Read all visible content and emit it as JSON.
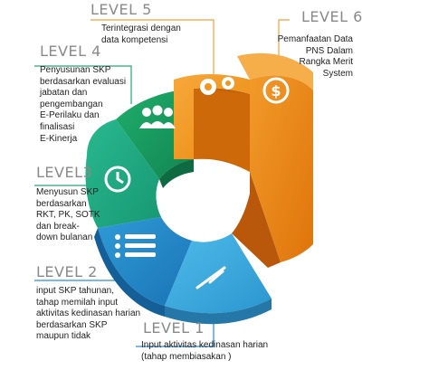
{
  "levels": [
    {
      "label": "LEVEL 1",
      "desc": "Input aktivitas kedinasan harian\n(tahap membiasakan )",
      "color": "#3aa9dd",
      "icon": "feather-pen-icon"
    },
    {
      "label": "LEVEL 2",
      "desc": "input SKP tahunan,\ntahap memilah input\naktivitas kedinasan harian\nberdasarkan SKP\nmaupun tidak",
      "color": "#2287c8",
      "icon": "list-icon"
    },
    {
      "label": "LEVEL3",
      "desc": "Menyusun SKP\nberdasarkan\nRKT, PK, SOTK\ndan break-\ndown bulanan",
      "color": "#1ea782",
      "icon": "clock-icon"
    },
    {
      "label": "LEVEL 4",
      "desc": "Penyusunan SKP\nberdasarkan evaluasi\njabatan dan\npengembangan\nE-Perilaku dan\nfinalisasi\nE-Kinerja",
      "color": "#17975e",
      "icon": "people-icon"
    },
    {
      "label": "LEVEL 5",
      "desc": "Terintegrasi dengan\ndata kompetensi",
      "color": "#f1951d",
      "icon": "gears-icon"
    },
    {
      "label": "LEVEL 6",
      "desc": "Pemanfaatan Data\nPNS Dalam\nRangka Merit\nSystem",
      "color": "#e97c10",
      "icon": "money-icon"
    }
  ]
}
